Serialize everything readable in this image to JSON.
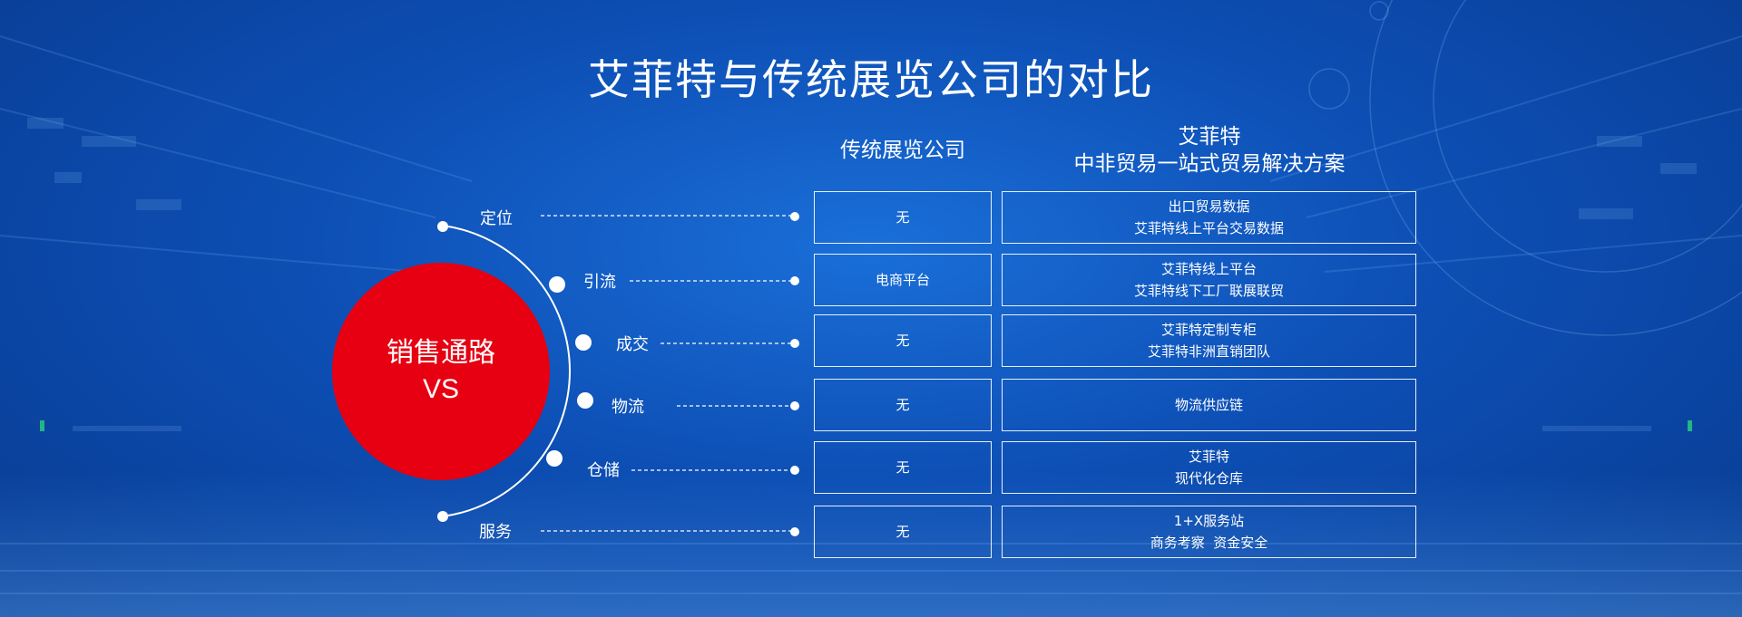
{
  "title": "艾菲特与传统展览公司的对比",
  "columns": {
    "traditional": "传统展览公司",
    "afet_line1": "艾菲特",
    "afet_line2": "中非贸易一站式贸易解决方案"
  },
  "center": {
    "line1": "销售通路",
    "line2": "VS"
  },
  "accent_color": "#e60012",
  "rows": [
    {
      "label": "定位",
      "traditional": "无",
      "afet": [
        "出口贸易数据",
        "艾菲特线上平台交易数据"
      ]
    },
    {
      "label": "引流",
      "traditional": "电商平台",
      "afet": [
        "艾菲特线上平台",
        "艾菲特线下工厂联展联贸"
      ]
    },
    {
      "label": "成交",
      "traditional": "无",
      "afet": [
        "艾菲特定制专柜",
        "艾菲特非洲直销团队"
      ]
    },
    {
      "label": "物流",
      "traditional": "无",
      "afet": [
        "物流供应链"
      ]
    },
    {
      "label": "仓储",
      "traditional": "无",
      "afet": [
        "艾菲特",
        "现代化仓库"
      ]
    },
    {
      "label": "服务",
      "traditional": "无",
      "afet": [
        "1+X服务站",
        "商务考察  资金安全"
      ]
    }
  ]
}
